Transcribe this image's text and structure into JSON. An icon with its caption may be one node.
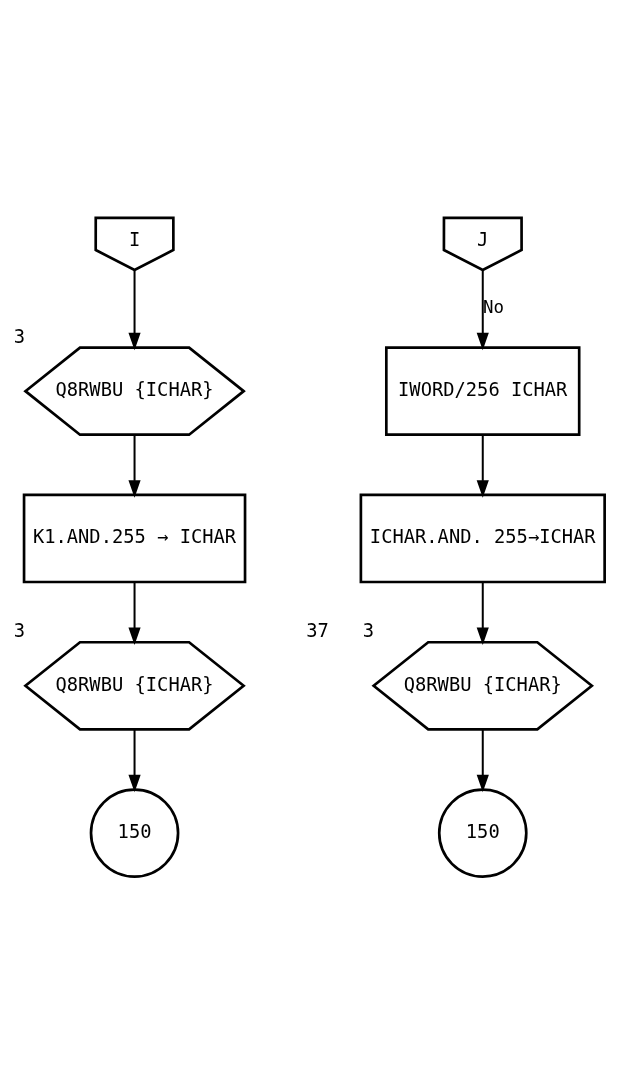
{
  "diagram": {
    "nodes": [
      {
        "text": [
          "I"
        ]
      },
      {
        "text": [
          "Q8RWBU {ICHAR}"
        ],
        "beside": [
          "3"
        ]
      },
      {
        "text": [
          "K1.AND.255 → ICHAR"
        ]
      },
      {
        "text": [
          "Q8RWBU {ICHAR}"
        ],
        "beside": [
          "3"
        ]
      },
      {
        "text": [
          "150"
        ]
      },
      {
        "text": [
          "J"
        ]
      },
      {
        "text": [
          "IWORD/256 ICHAR"
        ]
      },
      {
        "text": [
          "ICHAR.AND. 255→ICHAR"
        ]
      },
      {
        "text": [
          "Q8RWBU {ICHAR}"
        ],
        "beside": [
          "37",
          "3"
        ]
      },
      {
        "text": [
          "150"
        ]
      }
    ],
    "edges": [
      {
        "from": 0,
        "to": 1,
        "arrow": "to"
      },
      {
        "from": 1,
        "to": 2,
        "arrow": "to"
      },
      {
        "from": 2,
        "to": 3,
        "arrow": "to"
      },
      {
        "from": 3,
        "to": 4,
        "arrow": "to"
      },
      {
        "from": 5,
        "to": 6,
        "arrow": "to",
        "label": "No"
      },
      {
        "from": 6,
        "to": 7,
        "arrow": "to"
      },
      {
        "from": 7,
        "to": 8,
        "arrow": "to"
      },
      {
        "from": 8,
        "to": 9,
        "arrow": "to"
      }
    ]
  }
}
